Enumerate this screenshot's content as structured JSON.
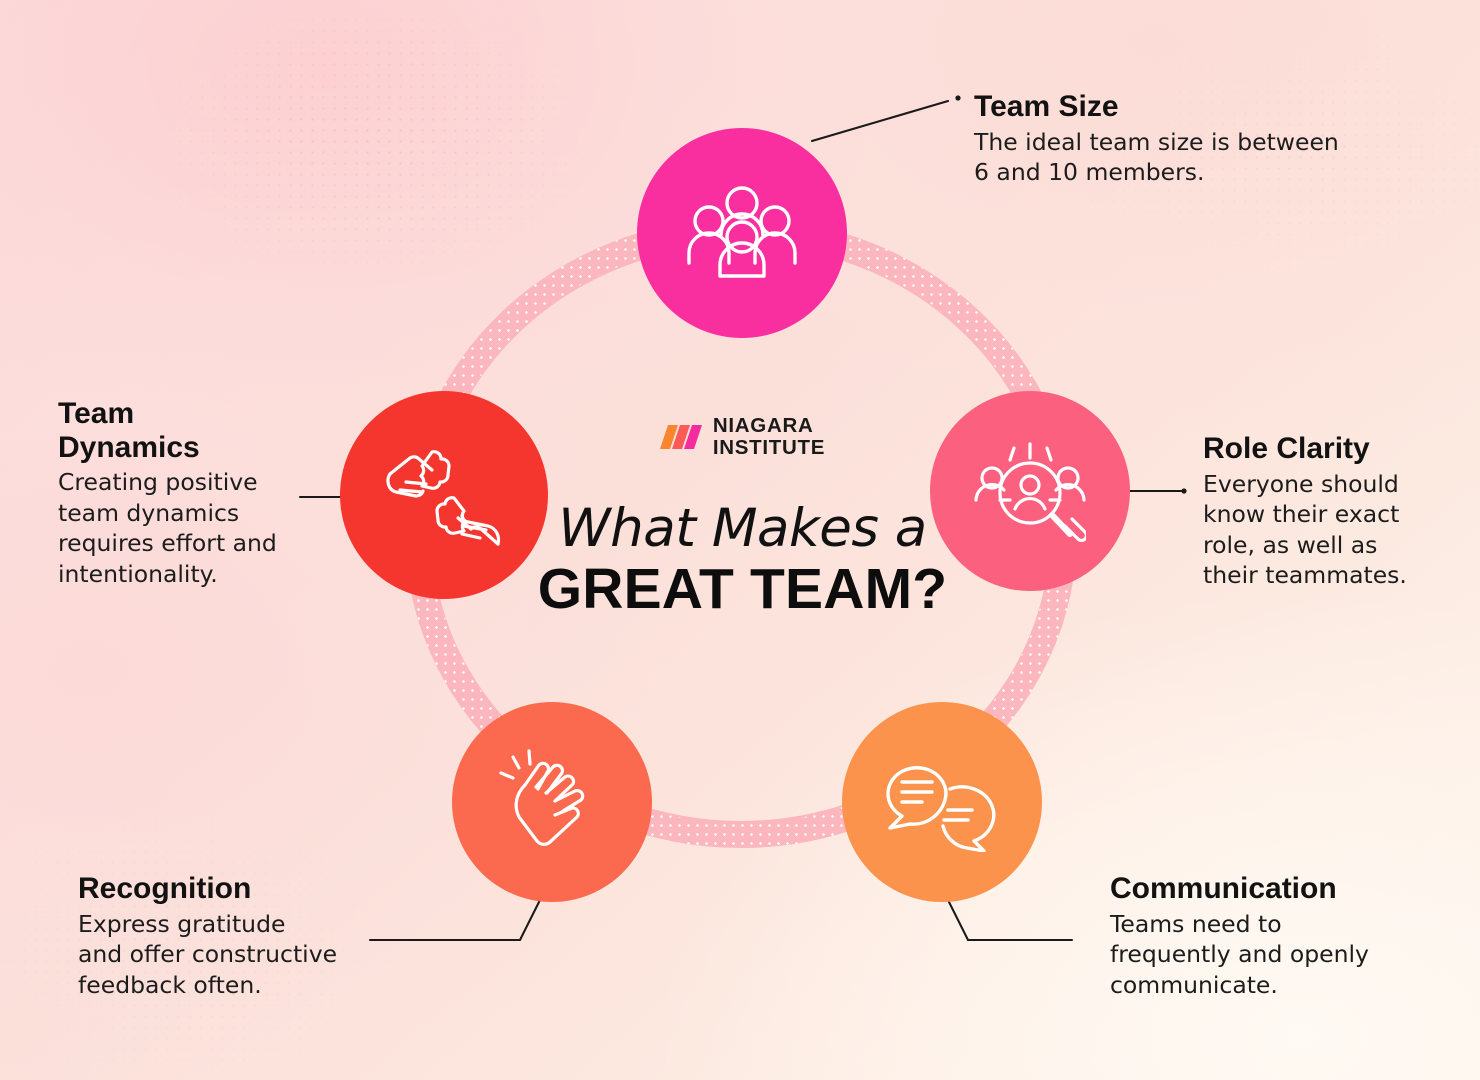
{
  "brand": {
    "logo_line_1": "NIAGARA",
    "logo_line_2": "INSTITUTE",
    "logo_colors": [
      "#F7862F",
      "#FA5B56",
      "#F52C9E"
    ]
  },
  "headline": {
    "line_1": "What Makes a",
    "line_2": "GREAT TEAM?"
  },
  "theme": {
    "background_start": "#FBD9DA",
    "background_end": "#FDF3EC",
    "ring_color": "#FBB7BD",
    "connector_color": "#1A1A1A",
    "icon_color": "#FFFFFF"
  },
  "nodes": [
    {
      "id": "team-size",
      "title": "Team Size",
      "body": "The ideal team size is between\n6 and 10 members.",
      "color": "#F92FA0",
      "icon": "group-people-icon",
      "position": "top"
    },
    {
      "id": "role-clarity",
      "title": "Role Clarity",
      "body": "Everyone should\nknow their exact\nrole, as well as\ntheir teammates.",
      "color": "#FB607F",
      "icon": "person-magnifier-icon",
      "position": "right"
    },
    {
      "id": "communication",
      "title": "Communication",
      "body": "Teams need to\nfrequently and openly\ncommunicate.",
      "color": "#FB934C",
      "icon": "speech-bubbles-icon",
      "position": "bottom-right"
    },
    {
      "id": "recognition",
      "title": "Recognition",
      "body": "Express gratitude\nand offer constructive\nfeedback often.",
      "color": "#FB6A4E",
      "icon": "clapping-hands-icon",
      "position": "bottom-left"
    },
    {
      "id": "team-dynamics",
      "title": "Team\nDynamics",
      "body": "Creating positive\nteam dynamics\nrequires effort and\nintentionality.",
      "color": "#F5362E",
      "icon": "puzzle-hands-icon",
      "position": "left"
    }
  ]
}
